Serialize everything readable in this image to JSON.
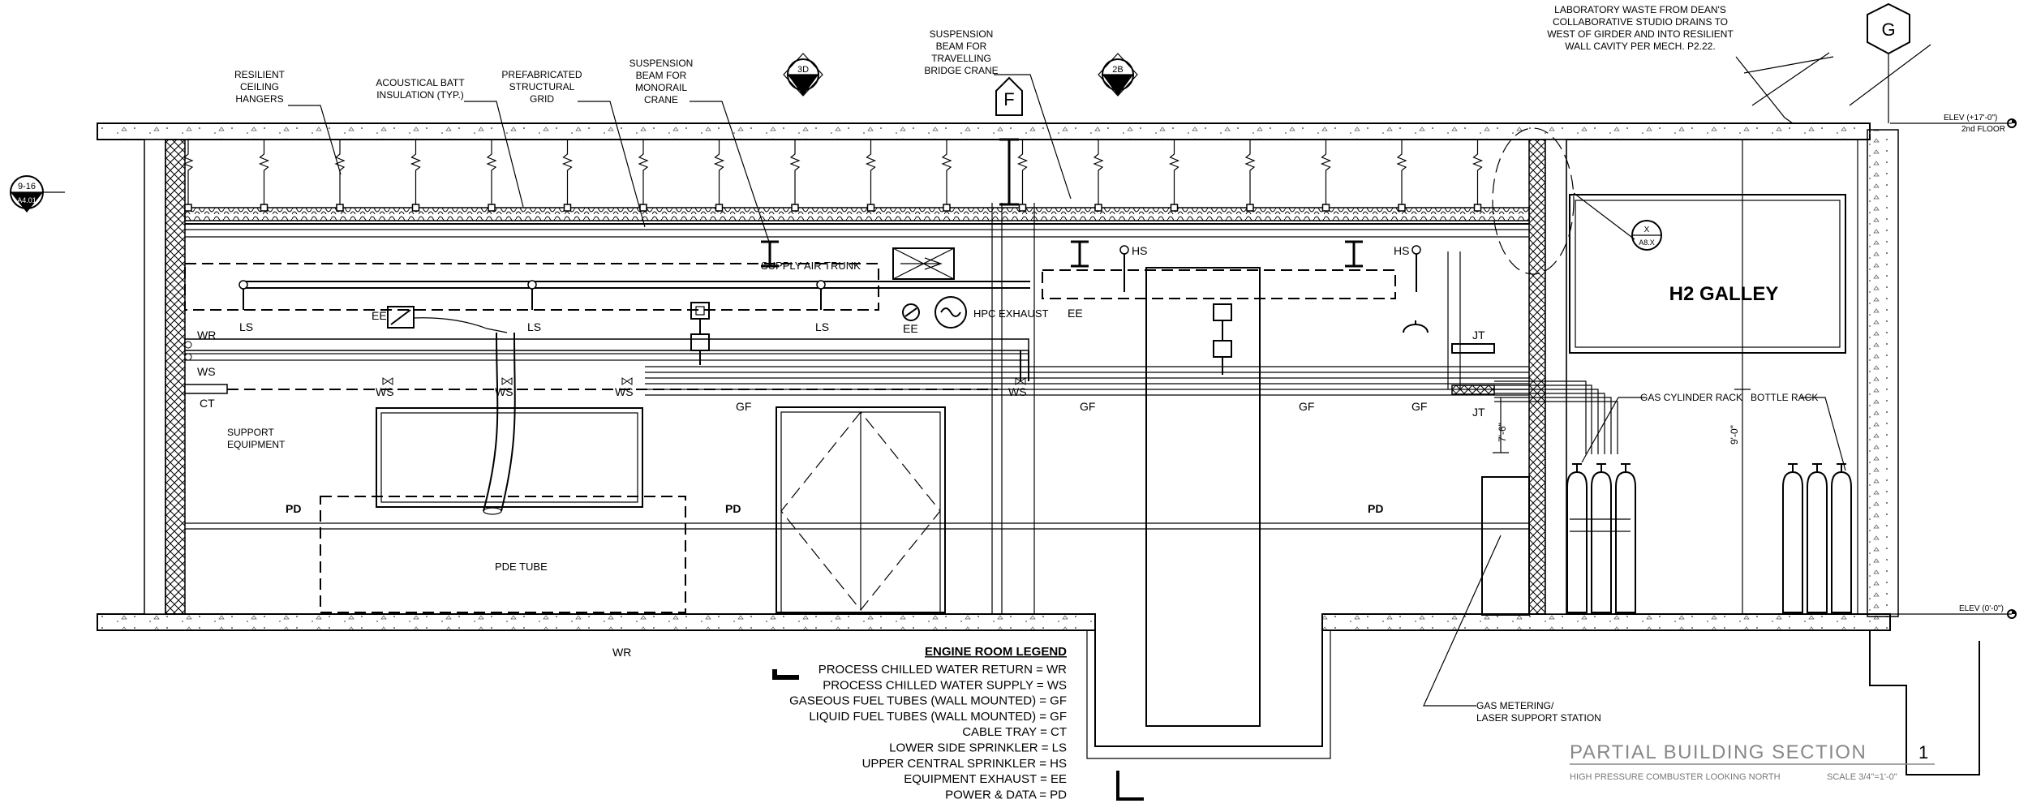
{
  "title_block": {
    "title": "PARTIAL BUILDING SECTION",
    "subtitle": "HIGH PRESSURE COMBUSTER LOOKING NORTH",
    "scale": "SCALE 3/4\"=1'-0\"",
    "sheet_number": "1"
  },
  "callouts": {
    "resilient_hangers": [
      "RESILIENT",
      "CEILING",
      "HANGERS"
    ],
    "acoustical_batt": [
      "ACOUSTICAL BATT",
      "INSULATION (TYP.)"
    ],
    "prefab_grid": [
      "PREFABRICATED",
      "STRUCTURAL",
      "GRID"
    ],
    "monorail_beam": [
      "SUSPENSION",
      "BEAM FOR",
      "MONORAIL",
      "CRANE"
    ],
    "bridge_crane_beam": [
      "SUSPENSION",
      "BEAM FOR",
      "TRAVELLING",
      "BRIDGE CRANE"
    ],
    "lab_waste": [
      "LABORATORY WASTE FROM DEAN'S",
      "COLLABORATIVE STUDIO DRAINS TO",
      "WEST OF GIRDER AND INTO RESILIENT",
      "WALL CAVITY PER MECH. P2.22."
    ],
    "gas_metering": [
      "GAS METERING/",
      "LASER SUPPORT STATION"
    ],
    "gas_cylinder_rack": "GAS CYLINDER RACK",
    "bottle_rack": "BOTTLE RACK"
  },
  "grid_markers": {
    "f": "F",
    "g": "G",
    "ref_3d_top": "3D",
    "ref_3d_bottom": "-",
    "ref_2b_top": "2B",
    "ref_2b_bottom": "-",
    "ref_916_top": "9-16",
    "ref_916_bottom": "A4.01",
    "ref_x_top": "X",
    "ref_x_bottom": "A8.X"
  },
  "elevations": {
    "second_floor_1": "ELEV (+17'-0\")",
    "second_floor_2": "2nd FLOOR",
    "ground": "ELEV (0'-0\")"
  },
  "dimensions": {
    "nine_ft": "9'-0\"",
    "seven_ft_six": "7'-6\""
  },
  "labels": {
    "h2_galley": "H2 GALLEY",
    "supply_air_trunk": "SUPPLY AIR TRUNK",
    "hpc_exhaust": "HPC EXHAUST",
    "support_equipment": [
      "SUPPORT",
      "EQUIPMENT"
    ],
    "pde_tube": "PDE TUBE",
    "wr": "WR",
    "ws": "WS",
    "ct": "CT",
    "ls": "LS",
    "hs": "HS",
    "ee": "EE",
    "gf": "GF",
    "pd": "PD",
    "jt": "JT"
  },
  "legend": {
    "title": "ENGINE ROOM LEGEND",
    "items": [
      "PROCESS CHILLED WATER RETURN = WR",
      "PROCESS CHILLED WATER SUPPLY = WS",
      "GASEOUS FUEL TUBES (WALL MOUNTED) = GF",
      "LIQUID FUEL TUBES (WALL MOUNTED) = GF",
      "CABLE TRAY = CT",
      "LOWER SIDE SPRINKLER = LS",
      "UPPER CENTRAL SPRINKLER = HS",
      "EQUIPMENT EXHAUST = EE",
      "POWER & DATA = PD"
    ]
  }
}
